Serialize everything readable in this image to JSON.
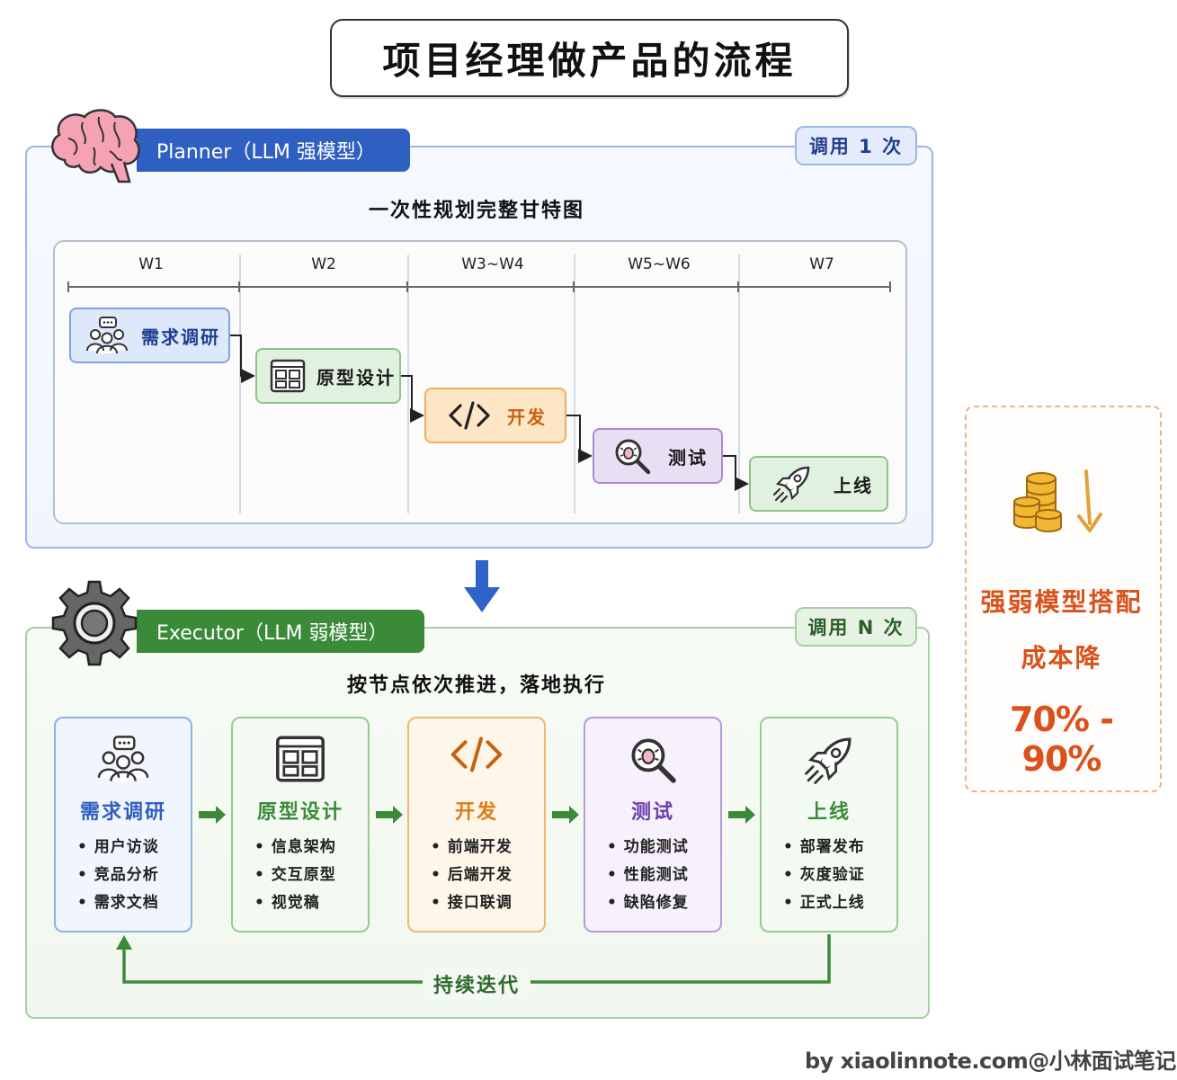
{
  "title": "项目经理做产品的流程",
  "planner": {
    "header": "Planner（LLM 强模型）",
    "badge": "调用 1 次",
    "subtitle": "一次性规划完整甘特图",
    "weeks": [
      "W1",
      "W2",
      "W3~W4",
      "W5~W6",
      "W7"
    ],
    "tasks": [
      {
        "label": "需求调研",
        "icon": "people-chat-icon"
      },
      {
        "label": "原型设计",
        "icon": "wireframe-icon"
      },
      {
        "label": "开发",
        "icon": "code-icon"
      },
      {
        "label": "测试",
        "icon": "bug-search-icon"
      },
      {
        "label": "上线",
        "icon": "rocket-icon"
      }
    ]
  },
  "executor": {
    "header": "Executor（LLM 弱模型）",
    "badge": "调用 N 次",
    "subtitle": "按节点依次推进，落地执行",
    "stages": [
      {
        "title": "需求调研",
        "items": [
          "用户访谈",
          "竞品分析",
          "需求文档"
        ],
        "icon": "people-chat-icon",
        "color": "#2f5fc0"
      },
      {
        "title": "原型设计",
        "items": [
          "信息架构",
          "交互原型",
          "视觉稿"
        ],
        "icon": "wireframe-icon",
        "color": "#3b8a39"
      },
      {
        "title": "开发",
        "items": [
          "前端开发",
          "后端开发",
          "接口联调"
        ],
        "icon": "code-icon",
        "color": "#e07b16"
      },
      {
        "title": "测试",
        "items": [
          "功能测试",
          "性能测试",
          "缺陷修复"
        ],
        "icon": "bug-search-icon",
        "color": "#6b3fa8"
      },
      {
        "title": "上线",
        "items": [
          "部署发布",
          "灰度验证",
          "正式上线"
        ],
        "icon": "rocket-icon",
        "color": "#3b8a39"
      }
    ],
    "loop_label": "持续迭代"
  },
  "cost": {
    "line1": "强弱模型搭配",
    "line2": "成本降",
    "range": "70% - 90%",
    "icon": "coins-down-icon"
  },
  "watermark": "by xiaolinnote.com@小林面试笔记"
}
